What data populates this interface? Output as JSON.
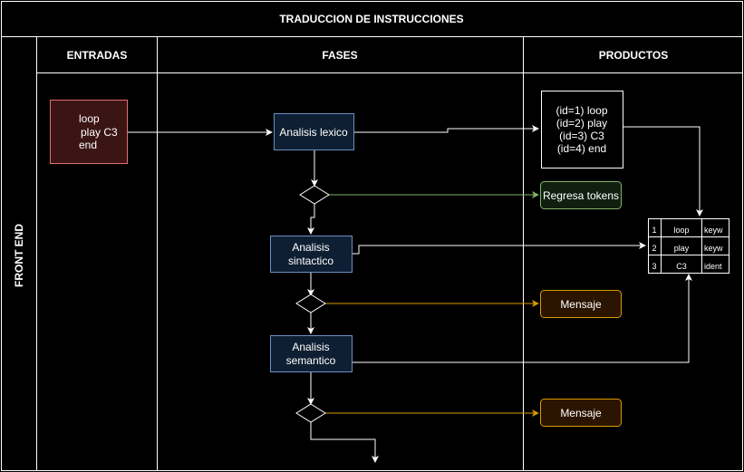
{
  "title": "TRADUCCION DE INSTRUCCIONES",
  "lane": "FRONT END",
  "columns": {
    "entradas": "ENTRADAS",
    "fases": "FASES",
    "productos": "PRODUCTOS"
  },
  "input": {
    "lines": [
      "loop",
      "play C3",
      "end"
    ]
  },
  "phases": {
    "lexico": "Analisis lexico",
    "sintactico": [
      "Analisis",
      "sintactico"
    ],
    "semantico": [
      "Analisis",
      "semantico"
    ]
  },
  "tokens": [
    "(id=1) loop",
    "(id=2) play",
    "(id=3) C3",
    "(id=4) end"
  ],
  "outputs": {
    "tokens_return": "Regresa tokens",
    "message1": "Mensaje",
    "message2": "Mensaje"
  },
  "symbol_table": {
    "rows": [
      {
        "n": "1",
        "name": "loop",
        "type": "keyw"
      },
      {
        "n": "2",
        "name": "play",
        "type": "keyw"
      },
      {
        "n": "3",
        "name": "C3",
        "type": "ident"
      }
    ]
  },
  "colors": {
    "background": "#000000",
    "line": "#ffffff",
    "input_fill": "#3b1414",
    "input_stroke": "#e07070",
    "phase_fill": "#0f1f33",
    "phase_stroke": "#6c8ebf",
    "green_fill": "#102010",
    "green_stroke": "#82b366",
    "orange_fill": "#2b1500",
    "orange_stroke": "#d79b00"
  }
}
